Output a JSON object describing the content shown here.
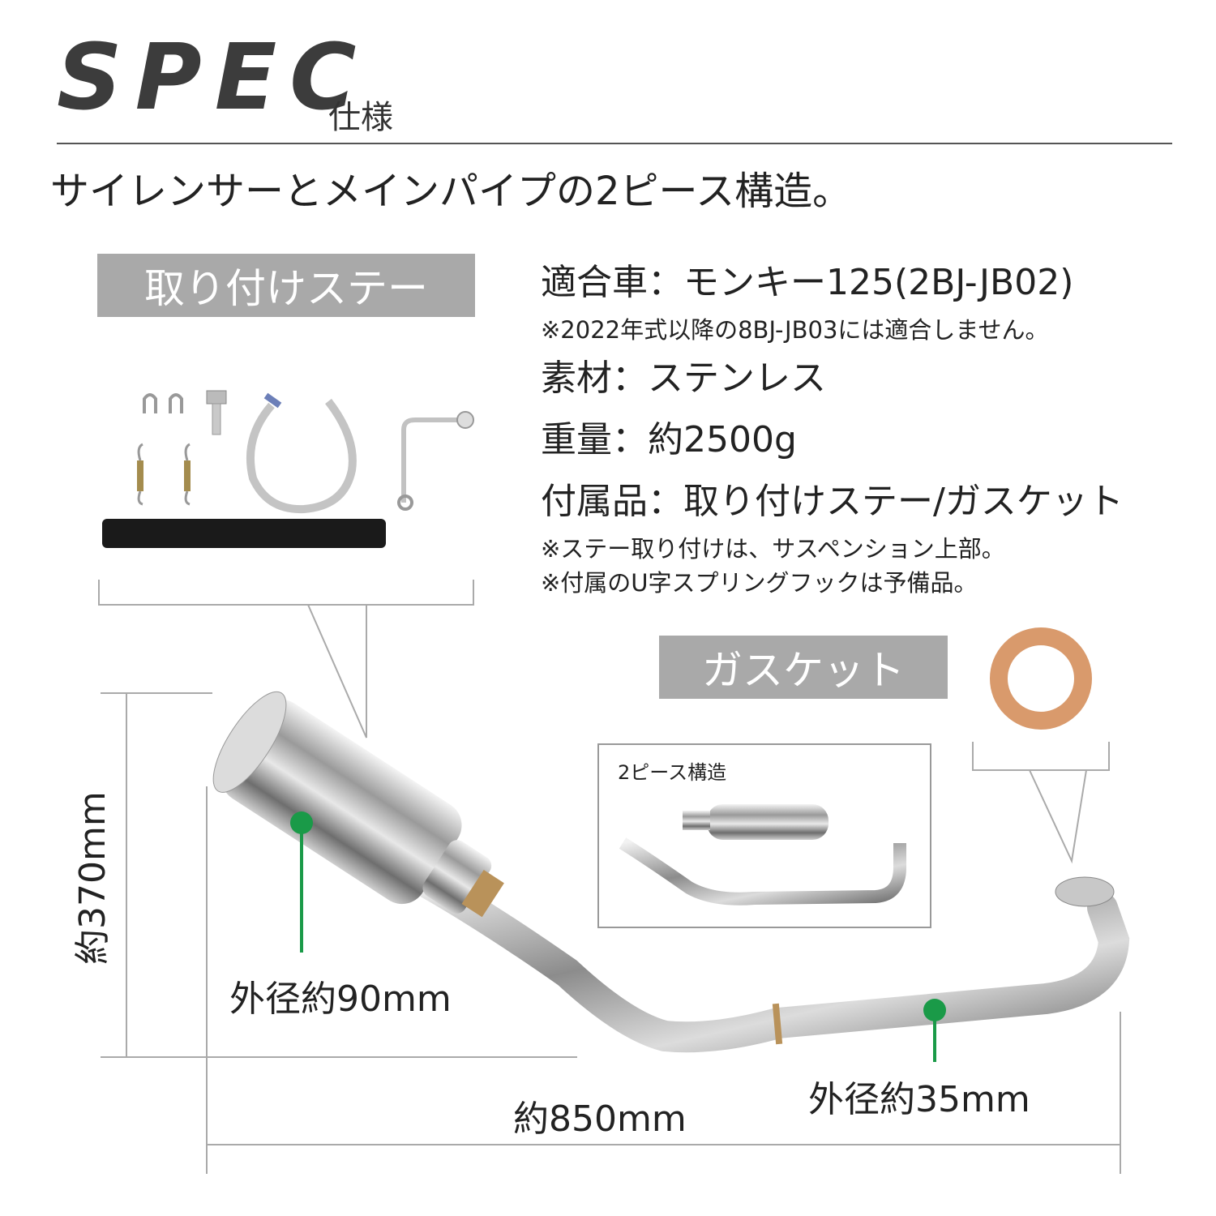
{
  "header": {
    "title": "SPEC",
    "subtitle": "仕様",
    "headline": "サイレンサーとメインパイプの2ピース構造。"
  },
  "labels": {
    "stay": "取り付けステー",
    "gasket": "ガスケット",
    "two_piece": "2ピース構造"
  },
  "specs": {
    "vehicle": "適合車：モンキー125(2BJ-JB02)",
    "vehicle_note": "※2022年式以降の8BJ-JB03には適合しません。",
    "material": "素材：ステンレス",
    "weight": "重量：約2500g",
    "accessories": "付属品：取り付けステー/ガスケット",
    "note1": "※ステー取り付けは、サスペンション上部。",
    "note2": "※付属のU字スプリングフックは予備品。"
  },
  "dimensions": {
    "height": "約370mm",
    "length": "約850mm",
    "silencer_od": "外径約90mm",
    "pipe_od": "外径約35mm"
  },
  "colors": {
    "label_bg": "#a9a9a9",
    "marker": "#1a9a48",
    "gasket": "#d99a6c"
  }
}
